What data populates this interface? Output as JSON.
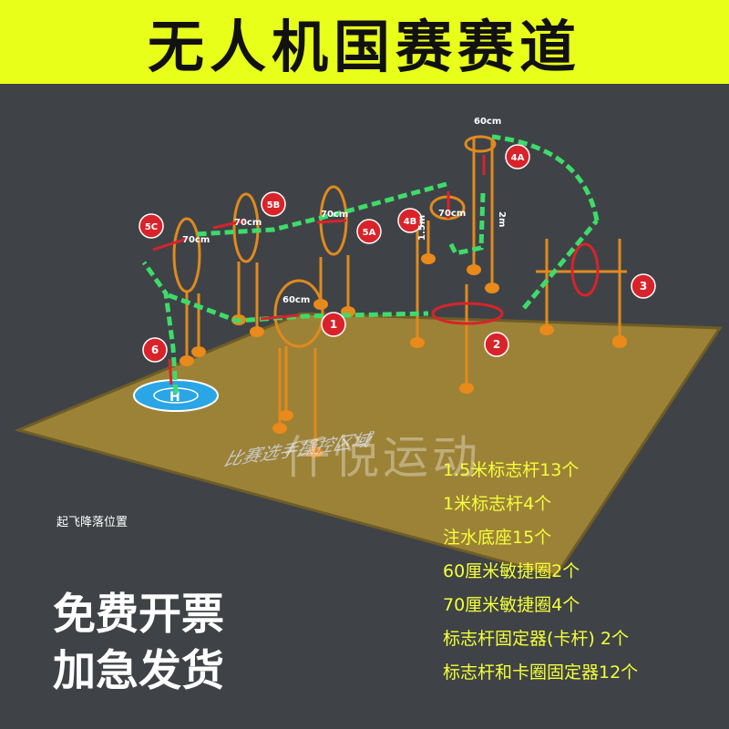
{
  "header": {
    "title": "无人机国赛赛道"
  },
  "scene": {
    "landing_label": "起飞降落位置",
    "zone_label": "比赛选手操控区域",
    "watermark": "仟悦运动",
    "markers": [
      "1",
      "2",
      "3",
      "4A",
      "4B",
      "5A",
      "5B",
      "5C",
      "6"
    ],
    "measurements": [
      "60cm",
      "70cm",
      "70cm",
      "70cm",
      "70cm",
      "60cm",
      "2m",
      "1.5m"
    ]
  },
  "specs": [
    "1.5米标志杆13个",
    "1米标志杆4个",
    "注水底座15个",
    "60厘米敏捷圈2个",
    "70厘米敏捷圈4个",
    "标志杆固定器(卡杆) 2个",
    "标志杆和卡圈固定器12个"
  ],
  "promo": {
    "line1": "免费开票",
    "line2": "加急发货"
  },
  "colors": {
    "banner": "#e8ff1a",
    "ground": "#9c8237",
    "spec_text": "#f4ff3a",
    "marker": "#d9232a",
    "route": "#3ddc6a",
    "pole": "#e08a1e"
  }
}
